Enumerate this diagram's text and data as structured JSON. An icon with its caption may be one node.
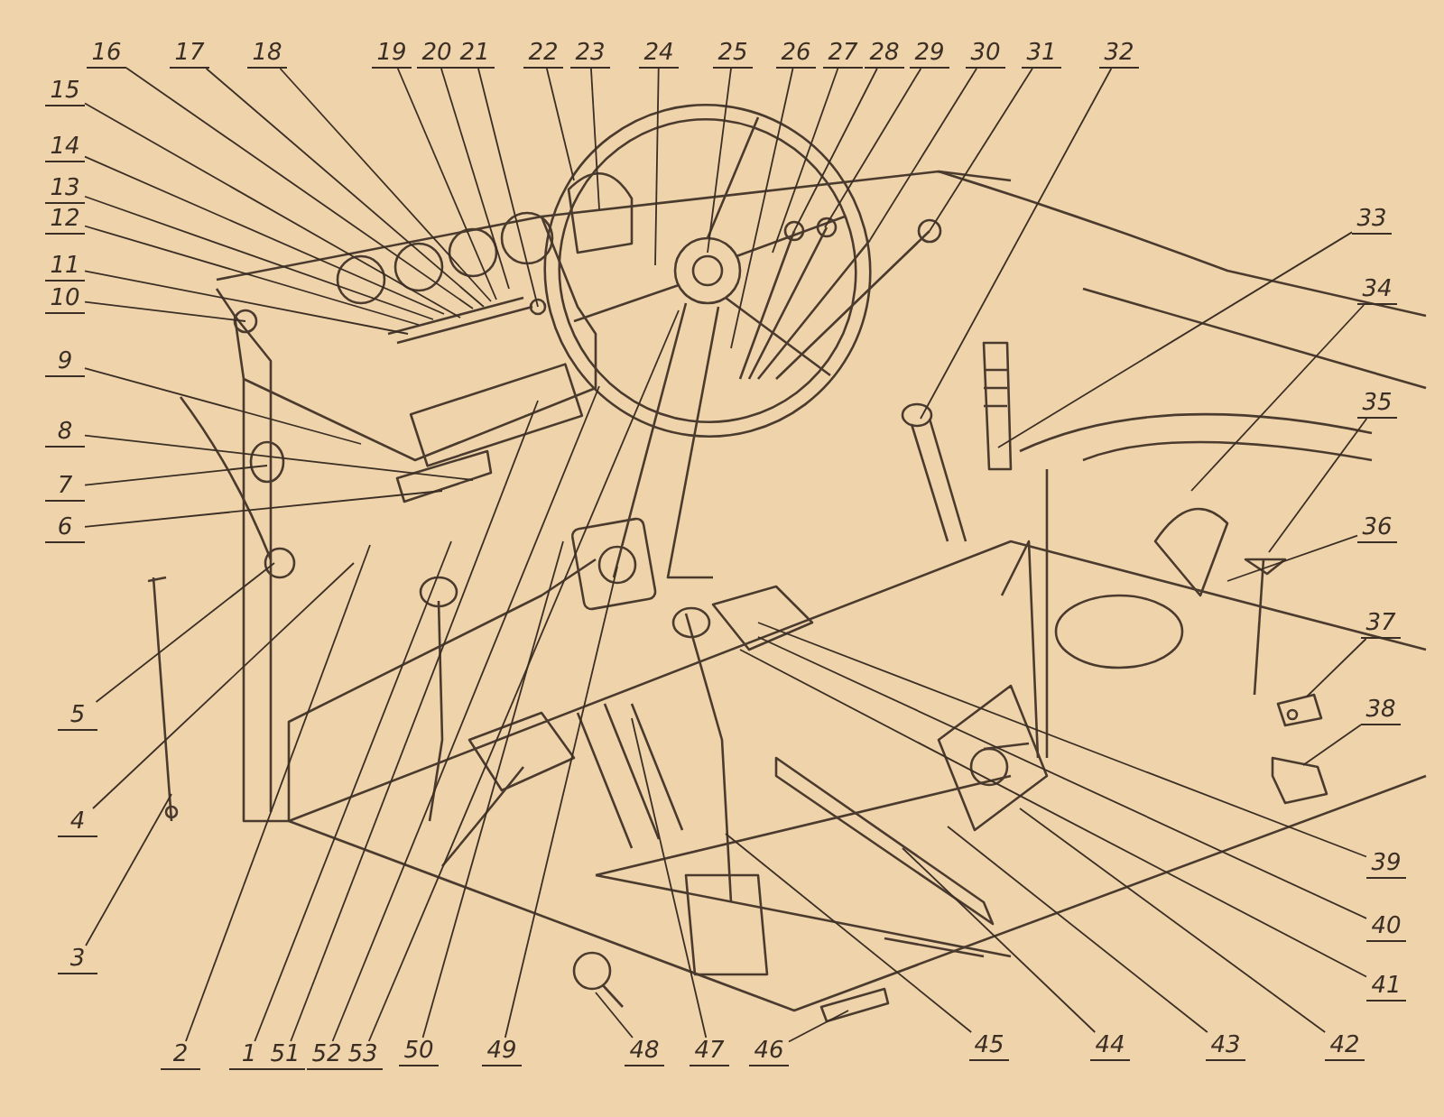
{
  "diagram": {
    "nodes": [
      {
        "text": [
          "1"
        ]
      },
      {
        "text": [
          "2"
        ]
      },
      {
        "text": [
          "3"
        ]
      },
      {
        "text": [
          "4"
        ]
      },
      {
        "text": [
          "5"
        ]
      },
      {
        "text": [
          "6"
        ]
      },
      {
        "text": [
          "7"
        ]
      },
      {
        "text": [
          "8"
        ]
      },
      {
        "text": [
          "9"
        ]
      },
      {
        "text": [
          "10"
        ]
      },
      {
        "text": [
          "11"
        ]
      },
      {
        "text": [
          "12"
        ]
      },
      {
        "text": [
          "13"
        ]
      },
      {
        "text": [
          "14"
        ]
      },
      {
        "text": [
          "15"
        ]
      },
      {
        "text": [
          "16"
        ]
      },
      {
        "text": [
          "17"
        ]
      },
      {
        "text": [
          "18"
        ]
      },
      {
        "text": [
          "19"
        ]
      },
      {
        "text": [
          "20"
        ]
      },
      {
        "text": [
          "21"
        ]
      },
      {
        "text": [
          "22"
        ]
      },
      {
        "text": [
          "23"
        ]
      },
      {
        "text": [
          "24"
        ]
      },
      {
        "text": [
          "25"
        ]
      },
      {
        "text": [
          "26"
        ]
      },
      {
        "text": [
          "27"
        ]
      },
      {
        "text": [
          "28"
        ]
      },
      {
        "text": [
          "29"
        ]
      },
      {
        "text": [
          "30"
        ]
      },
      {
        "text": [
          "31"
        ]
      },
      {
        "text": [
          "32"
        ]
      },
      {
        "text": [
          "33"
        ]
      },
      {
        "text": [
          "34"
        ]
      },
      {
        "text": [
          "35"
        ]
      },
      {
        "text": [
          "36"
        ]
      },
      {
        "text": [
          "37"
        ]
      },
      {
        "text": [
          "38"
        ]
      },
      {
        "text": [
          "39"
        ]
      },
      {
        "text": [
          "40"
        ]
      },
      {
        "text": [
          "41"
        ]
      },
      {
        "text": [
          "42"
        ]
      },
      {
        "text": [
          "43"
        ]
      },
      {
        "text": [
          "44"
        ]
      },
      {
        "text": [
          "45"
        ]
      },
      {
        "text": [
          "46"
        ]
      },
      {
        "text": [
          "47"
        ]
      },
      {
        "text": [
          "48"
        ]
      },
      {
        "text": [
          "49"
        ]
      },
      {
        "text": [
          "50"
        ]
      },
      {
        "text": [
          "51"
        ]
      },
      {
        "text": [
          "52"
        ]
      },
      {
        "text": [
          "53"
        ]
      }
    ],
    "edges": [
      {
        "from": 0,
        "to": null,
        "arrow": "none"
      },
      {
        "from": 1,
        "to": null,
        "arrow": "none"
      },
      {
        "from": 2,
        "to": null,
        "arrow": "none"
      },
      {
        "from": 3,
        "to": null,
        "arrow": "none"
      },
      {
        "from": 4,
        "to": null,
        "arrow": "none"
      },
      {
        "from": 5,
        "to": null,
        "arrow": "none"
      },
      {
        "from": 6,
        "to": null,
        "arrow": "none"
      },
      {
        "from": 7,
        "to": null,
        "arrow": "none"
      },
      {
        "from": 8,
        "to": null,
        "arrow": "none"
      },
      {
        "from": 9,
        "to": null,
        "arrow": "none"
      },
      {
        "from": 10,
        "to": null,
        "arrow": "none"
      },
      {
        "from": 11,
        "to": null,
        "arrow": "none"
      },
      {
        "from": 12,
        "to": null,
        "arrow": "none"
      },
      {
        "from": 13,
        "to": null,
        "arrow": "none"
      },
      {
        "from": 14,
        "to": null,
        "arrow": "none"
      },
      {
        "from": 15,
        "to": null,
        "arrow": "none"
      },
      {
        "from": 16,
        "to": null,
        "arrow": "none"
      },
      {
        "from": 17,
        "to": null,
        "arrow": "none"
      },
      {
        "from": 18,
        "to": null,
        "arrow": "none"
      },
      {
        "from": 19,
        "to": null,
        "arrow": "none"
      },
      {
        "from": 20,
        "to": null,
        "arrow": "none"
      },
      {
        "from": 21,
        "to": null,
        "arrow": "none"
      },
      {
        "from": 22,
        "to": null,
        "arrow": "none"
      },
      {
        "from": 23,
        "to": null,
        "arrow": "none"
      },
      {
        "from": 24,
        "to": null,
        "arrow": "none"
      },
      {
        "from": 25,
        "to": null,
        "arrow": "none"
      },
      {
        "from": 26,
        "to": null,
        "arrow": "none"
      },
      {
        "from": 27,
        "to": null,
        "arrow": "none"
      },
      {
        "from": 28,
        "to": null,
        "arrow": "none"
      },
      {
        "from": 29,
        "to": null,
        "arrow": "none"
      },
      {
        "from": 30,
        "to": null,
        "arrow": "none"
      },
      {
        "from": 31,
        "to": null,
        "arrow": "none"
      },
      {
        "from": 32,
        "to": null,
        "arrow": "none"
      },
      {
        "from": 33,
        "to": null,
        "arrow": "none"
      },
      {
        "from": 34,
        "to": null,
        "arrow": "none"
      },
      {
        "from": 35,
        "to": null,
        "arrow": "none"
      },
      {
        "from": 36,
        "to": null,
        "arrow": "none"
      },
      {
        "from": 37,
        "to": null,
        "arrow": "none"
      },
      {
        "from": 38,
        "to": null,
        "arrow": "none"
      },
      {
        "from": 39,
        "to": null,
        "arrow": "none"
      },
      {
        "from": 40,
        "to": null,
        "arrow": "none"
      },
      {
        "from": 41,
        "to": null,
        "arrow": "none"
      },
      {
        "from": 42,
        "to": null,
        "arrow": "none"
      },
      {
        "from": 43,
        "to": null,
        "arrow": "none"
      },
      {
        "from": 44,
        "to": null,
        "arrow": "none"
      },
      {
        "from": 45,
        "to": null,
        "arrow": "none"
      },
      {
        "from": 46,
        "to": null,
        "arrow": "none"
      },
      {
        "from": 47,
        "to": null,
        "arrow": "none"
      },
      {
        "from": 48,
        "to": null,
        "arrow": "none"
      },
      {
        "from": 49,
        "to": null,
        "arrow": "none"
      },
      {
        "from": 50,
        "to": null,
        "arrow": "none"
      },
      {
        "from": 51,
        "to": null,
        "arrow": "none"
      },
      {
        "from": 52,
        "to": null,
        "arrow": "none"
      }
    ]
  }
}
